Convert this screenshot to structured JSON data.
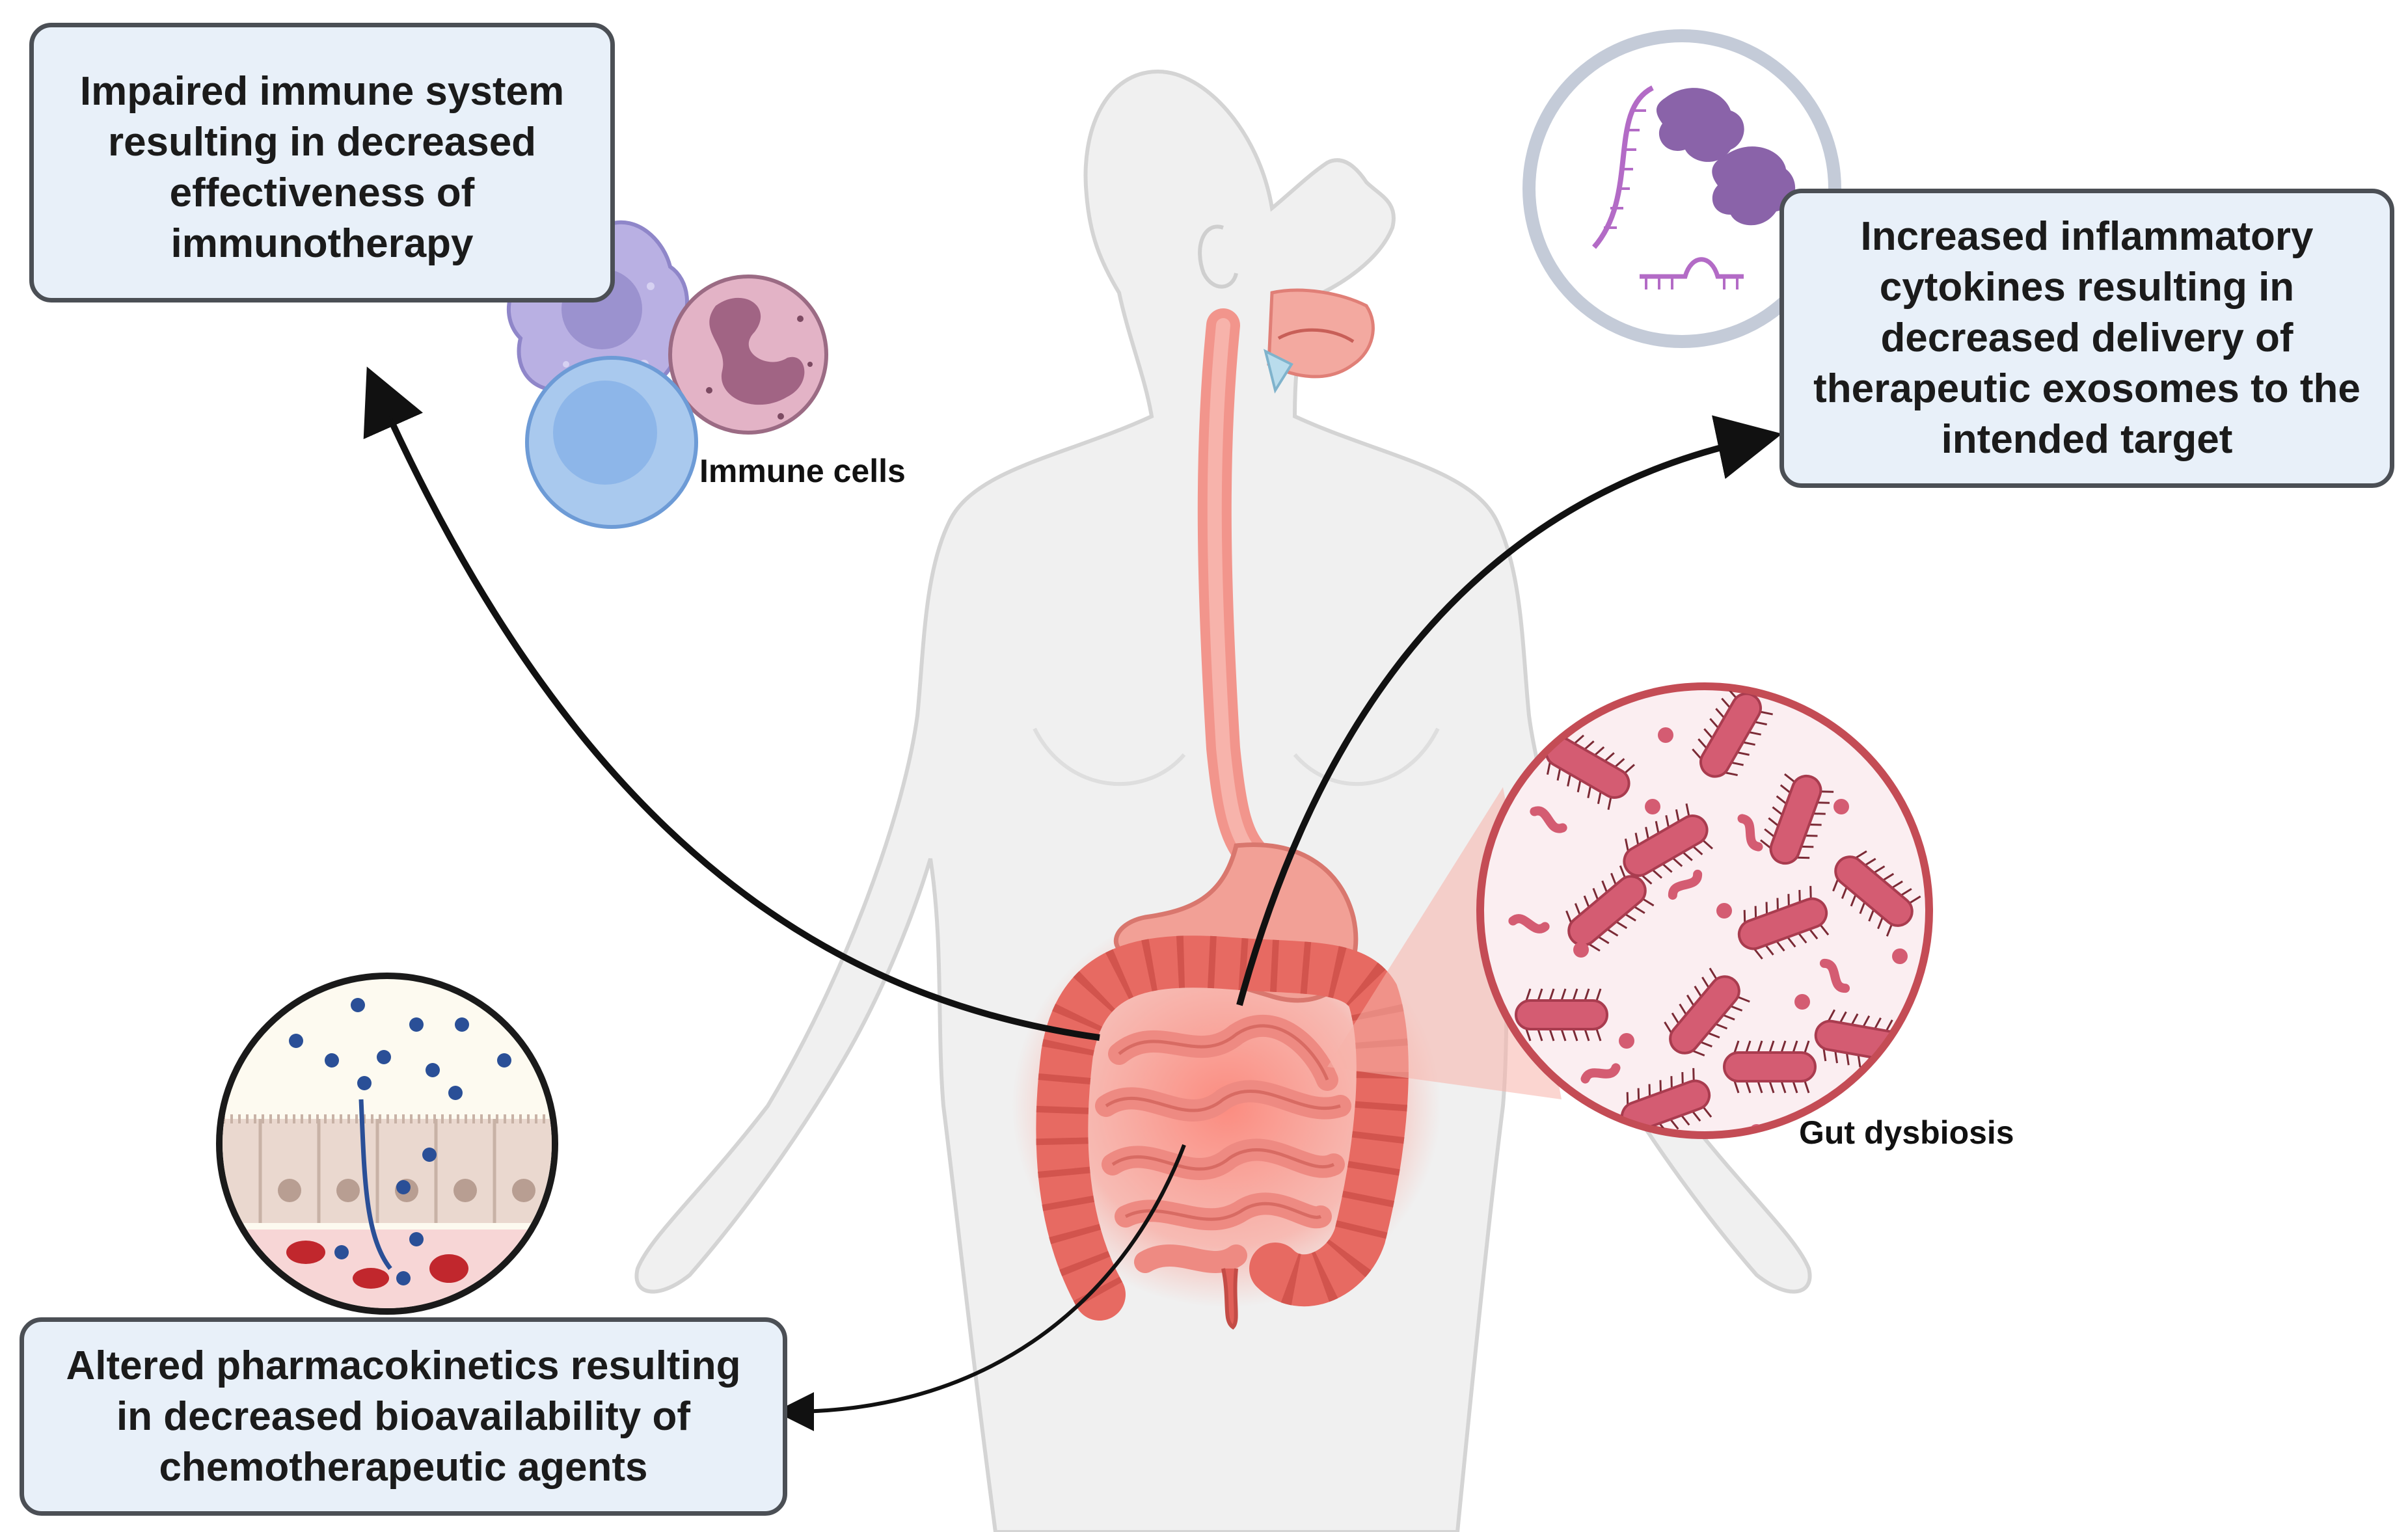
{
  "boxes": {
    "immune": [
      "Impaired immune system",
      "resulting in decreased",
      "effectiveness of",
      "immunotherapy"
    ],
    "cytokines": [
      "Increased inflammatory",
      "cytokines resulting in",
      "decreased delivery of",
      "therapeutic exosomes to the",
      "intended target"
    ],
    "pharmaco": [
      "Altered pharmacokinetics resulting",
      "in decreased bioavailability of",
      "chemotherapeutic agents"
    ]
  },
  "labels": {
    "immune_cells": "Immune cells",
    "gut_dysbiosis": "Gut dysbiosis"
  },
  "colors": {
    "box_fill": "#e8f0f9",
    "box_border": "#4b4f55",
    "body_fill": "#f0f0f0",
    "gut_red": "#e0625c",
    "bacteria": "#d45c72",
    "arrow": "#111111"
  }
}
